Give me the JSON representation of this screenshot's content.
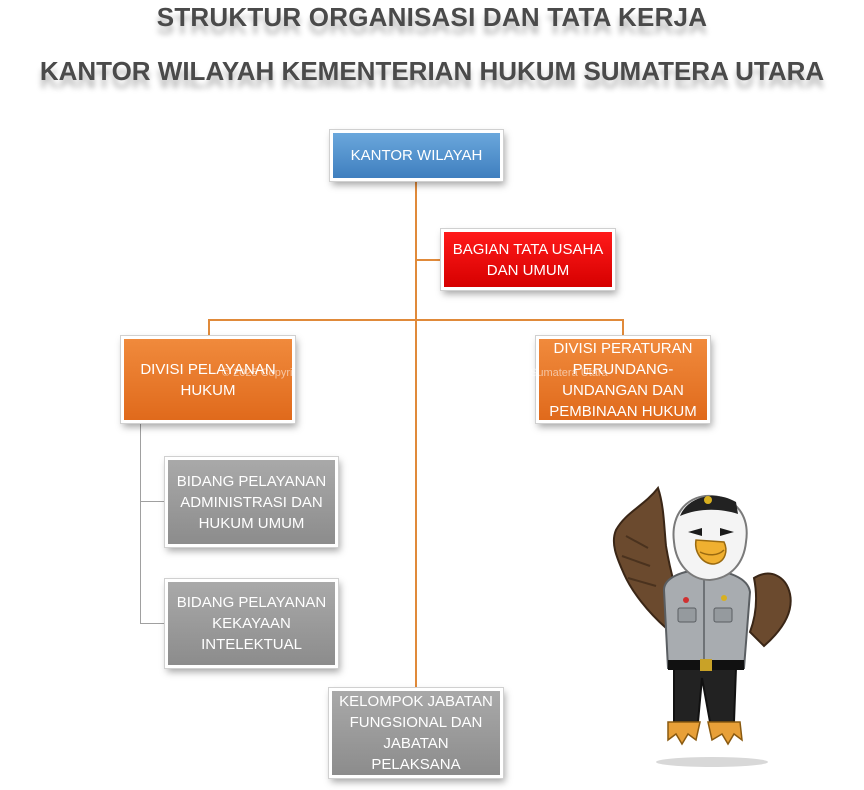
{
  "title": {
    "line1": "STRUKTUR ORGANISASI DAN TATA KERJA",
    "line2": "KANTOR WILAYAH KEMENTERIAN HUKUM SUMATERA UTARA"
  },
  "boxes": {
    "kantor_wilayah": "KANTOR WILAYAH",
    "bagian_tata_usaha": "BAGIAN TATA USAHA DAN UMUM",
    "divisi_pelayanan_hukum": "DIVISI PELAYANAN HUKUM",
    "divisi_peraturan": "DIVISI PERATURAN PERUNDANG-UNDANGAN DAN PEMBINAAN HUKUM",
    "bidang_administrasi": "BIDANG PELAYANAN ADMINISTRASI DAN HUKUM UMUM",
    "bidang_kekayaan": "BIDANG PELAYANAN KEKAYAAN INTELEKTUAL",
    "kelompok_jabatan": "KELOMPOK JABATAN FUNGSIONAL DAN JABATAN PELAKSANA"
  },
  "watermark": {
    "left": "© 2025 Copyri",
    "right": "Sumatera Utara"
  },
  "colors": {
    "connector": "#e08a3a",
    "blue": "#4f8fd0",
    "red": "#ff0000",
    "orange": "#e8782c",
    "gray": "#999999"
  }
}
